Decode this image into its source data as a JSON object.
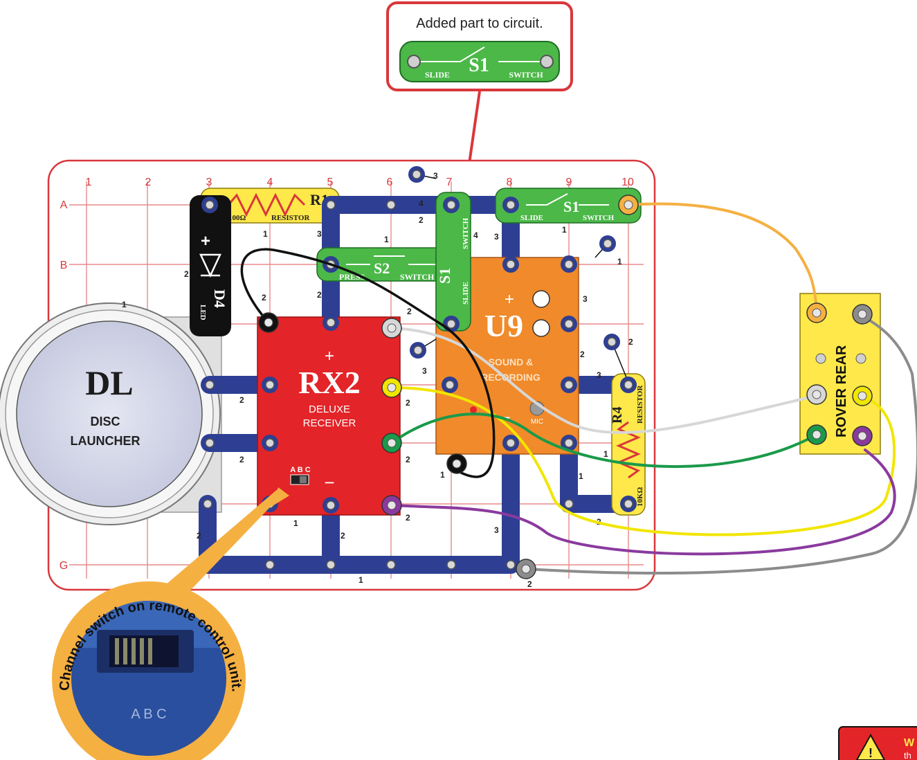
{
  "callout": {
    "text": "Added part to circuit."
  },
  "s1_part": {
    "designator": "S1",
    "left": "SLIDE",
    "right": "SWITCH"
  },
  "grid": {
    "columns": [
      "1",
      "2",
      "3",
      "4",
      "5",
      "6",
      "7",
      "8",
      "9",
      "10"
    ],
    "rows": [
      "A",
      "B",
      "G"
    ]
  },
  "parts": {
    "dl": {
      "name": "DL",
      "line1": "DISC",
      "line2": "LAUNCHER"
    },
    "rx2": {
      "name": "RX2",
      "plus": "+",
      "line1": "DELUXE",
      "line2": "RECEIVER",
      "channels": "A B C",
      "minus": "−"
    },
    "u9": {
      "name": "U9",
      "plus": "+",
      "line1": "SOUND &",
      "line2": "RECORDING",
      "mic": "MIC",
      "minus": "−"
    },
    "r1": {
      "name": "R1",
      "value": "100Ω",
      "type": "RESISTOR"
    },
    "r4": {
      "name": "R4",
      "value": "10KΩ",
      "type": "RESISTOR"
    },
    "d4": {
      "name": "D4",
      "type": "LED",
      "plus": "+"
    },
    "s2": {
      "name": "S2",
      "left": "PRESS",
      "right": "SWITCH"
    },
    "s1v": {
      "name": "S1",
      "left": "SLIDE",
      "right": "SWITCH"
    },
    "rover": {
      "label": "ROVER REAR"
    }
  },
  "remote": {
    "caption": "Channel switch on remote control unit.",
    "letters": "A  B  C"
  },
  "warning": {
    "symbol": "!",
    "text": "W",
    "sub": "th"
  },
  "colors": {
    "snap_blue": "#2e3f93",
    "board_red": "#d9373b",
    "wire_orange": "#f5b042",
    "wire_white": "#d7d7d7",
    "wire_yellow": "#f1e600",
    "wire_green": "#1a9a4a",
    "wire_purple": "#8a3a9e",
    "wire_gray": "#8c8c8c",
    "wire_black": "#111111",
    "rx2": "#e32428",
    "u9": "#f08a2a",
    "switch_green": "#4bb848",
    "resistor": "#ffe84a",
    "callout_orange": "#f5b042"
  }
}
